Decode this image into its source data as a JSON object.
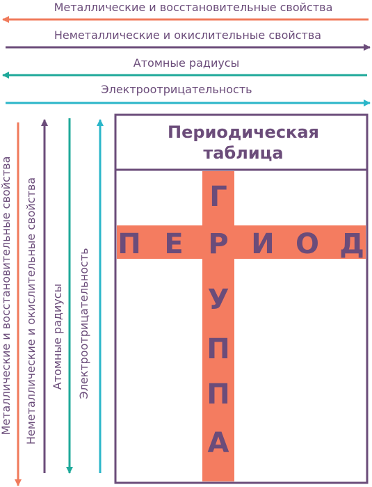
{
  "labels": {
    "metallic": "Металлические и восстановительные свойства",
    "nonmetallic": "Неметаллические и окислительные свойства",
    "radius": "Атомные радиусы",
    "electroneg": "Электроотрицательность"
  },
  "table_title": [
    "Периодическая",
    "таблица"
  ],
  "period_letters": [
    "П",
    "Е",
    "Р",
    "И",
    "О",
    "Д"
  ],
  "group_letters": [
    "Г",
    "Р",
    "У",
    "П",
    "П",
    "А"
  ],
  "colors": {
    "metallic": "#f07a5b",
    "nonmetallic": "#6b4c7a",
    "radius": "#1fa99a",
    "electroneg": "#2bb6c9",
    "cross": "#f47c60",
    "frame": "#6b4c7a",
    "letters": "#6b4c7a"
  }
}
